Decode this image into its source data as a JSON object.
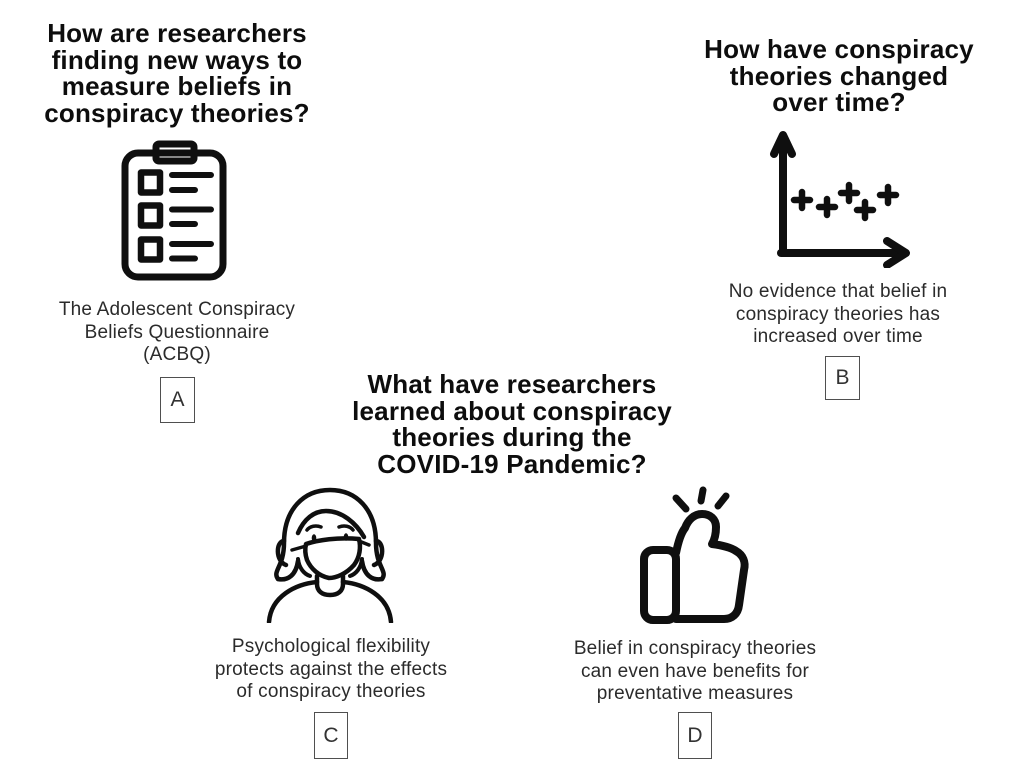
{
  "page": {
    "background": "#ffffff",
    "heading_color": "#0d0d0d",
    "body_text_color": "#2b2b2b",
    "box_border_color": "#4f4f4f",
    "icon_ink": "#0f0f0f"
  },
  "sections": {
    "a": {
      "question": "How are researchers finding new ways to measure beliefs in conspiracy theories?",
      "question_lines": [
        "How are researchers",
        "finding new ways to",
        "measure beliefs in",
        "conspiracy theories?"
      ],
      "icon": "clipboard-checklist-icon",
      "answer": "The Adolescent Conspiracy Beliefs Questionnaire (ACBQ)",
      "answer_lines": [
        "The Adolescent Conspiracy",
        "Beliefs Questionnaire",
        "(ACBQ)"
      ],
      "label": "A"
    },
    "b": {
      "question": "How have conspiracy theories changed over time?",
      "question_lines": [
        "How have conspiracy",
        "theories changed",
        "over time?"
      ],
      "icon": "scatter-plot-icon",
      "answer": "No evidence that belief in conspiracy theories has increased over time",
      "answer_lines": [
        "No evidence that belief in",
        "conspiracy theories has",
        "increased over time"
      ],
      "label": "B"
    },
    "cd": {
      "question": "What have researchers learned about conspiracy theories during the COVID-19 Pandemic?",
      "question_lines": [
        "What have researchers",
        "learned about conspiracy",
        "theories during the",
        "COVID-19 Pandemic?"
      ],
      "answers": [
        {
          "icon": "masked-person-icon",
          "text": "Psychological flexibility protects against the effects of conspiracy theories",
          "lines": [
            "Psychological flexibility",
            "protects against the effects",
            "of conspiracy theories"
          ],
          "label": "C"
        },
        {
          "icon": "thumbs-up-icon",
          "text": "Belief in conspiracy theories can even have benefits for preventative measures",
          "lines": [
            "Belief in conspiracy theories",
            "can even have benefits for",
            "preventative measures"
          ],
          "label": "D"
        }
      ]
    }
  }
}
